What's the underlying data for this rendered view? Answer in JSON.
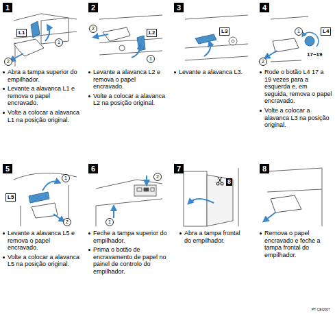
{
  "diagram": {
    "nodes": [
      {
        "text": [
          "1",
          "Abra a tampa superior do empilhador.",
          "Levante a alavanca L1 e remova o papel encravado.",
          "Volte a colocar a alavanca L1 na posição original."
        ]
      },
      {
        "text": [
          "2",
          "Levante a alavanca L2 e remova o papel encravado.",
          "Volte a colocar a alavanca L2 na posição original."
        ]
      },
      {
        "text": [
          "3",
          "Levante a alavanca L3."
        ]
      },
      {
        "text": [
          "4",
          "Rode o botão L4 17 a 19 vezes para a esquerda e, em seguida, remova o papel encravado.",
          "Volte a colocar a alavanca L3 na posição original."
        ]
      },
      {
        "text": [
          "5",
          "Levante a alavanca L5 e remova o papel encravado.",
          "Volte a colocar a alavanca L5 na posição original."
        ]
      },
      {
        "text": [
          "6",
          "Feche a tampa superior do empilhador.",
          "Prima o botão de encravamento de papel no painel de controlo do empilhador."
        ]
      },
      {
        "text": [
          "7",
          "Abra a tampa frontal do empilhador."
        ]
      },
      {
        "text": [
          "8",
          "Remova o papel encravado e feche a tampa frontal do empilhador."
        ]
      }
    ],
    "labels": [
      "L1",
      "1",
      "2",
      "L2",
      "2",
      "1",
      "L3",
      "L4",
      "1",
      "17~19",
      "2",
      "1",
      "L5",
      "2",
      "2",
      "1",
      "8",
      "PT CEQ007"
    ]
  }
}
